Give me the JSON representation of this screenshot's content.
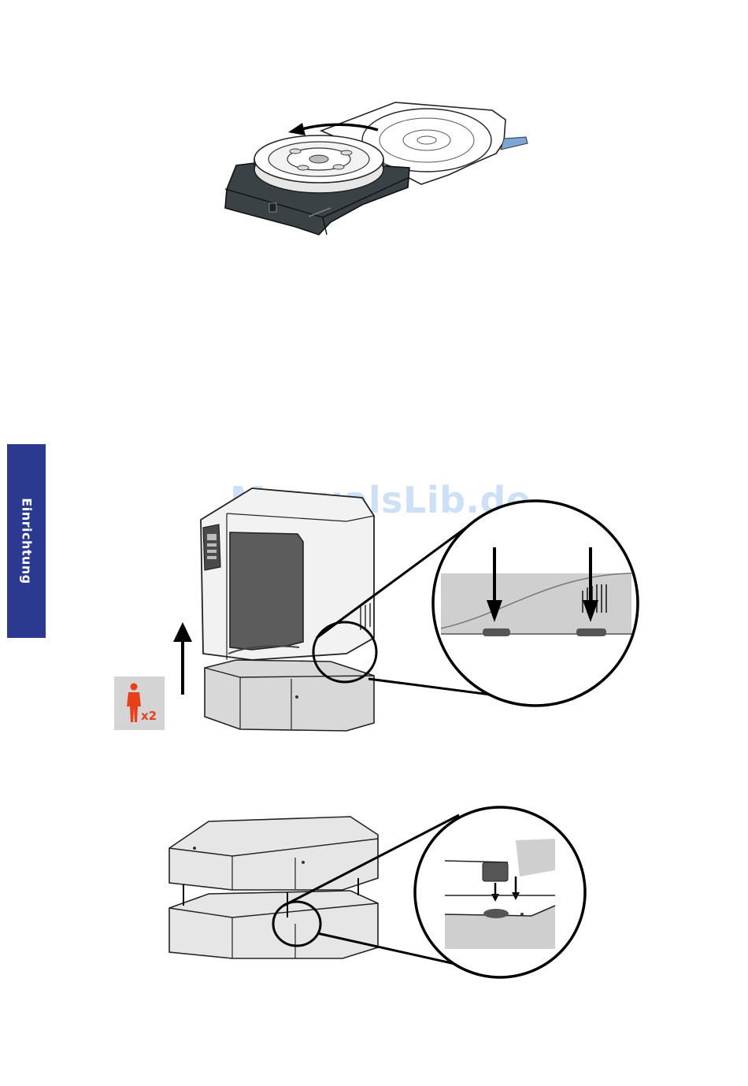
{
  "side_tab": {
    "label": "Einrichtung",
    "color": "#2b3990"
  },
  "watermark": {
    "text": "ManualsLib.de"
  },
  "figures": {
    "spool_cartridge": {
      "icon": "spool-rotate-illustration"
    },
    "printer_lift": {
      "icon": "printer-lift-illustration",
      "detail_icon": "alignment-pins-detail"
    },
    "two_person_badge": {
      "icon": "person-icon",
      "count_label": "x2",
      "color": "#e8401c"
    },
    "stacked_bases": {
      "icon": "stacked-bases-illustration",
      "detail_icon": "peg-insert-detail"
    }
  }
}
